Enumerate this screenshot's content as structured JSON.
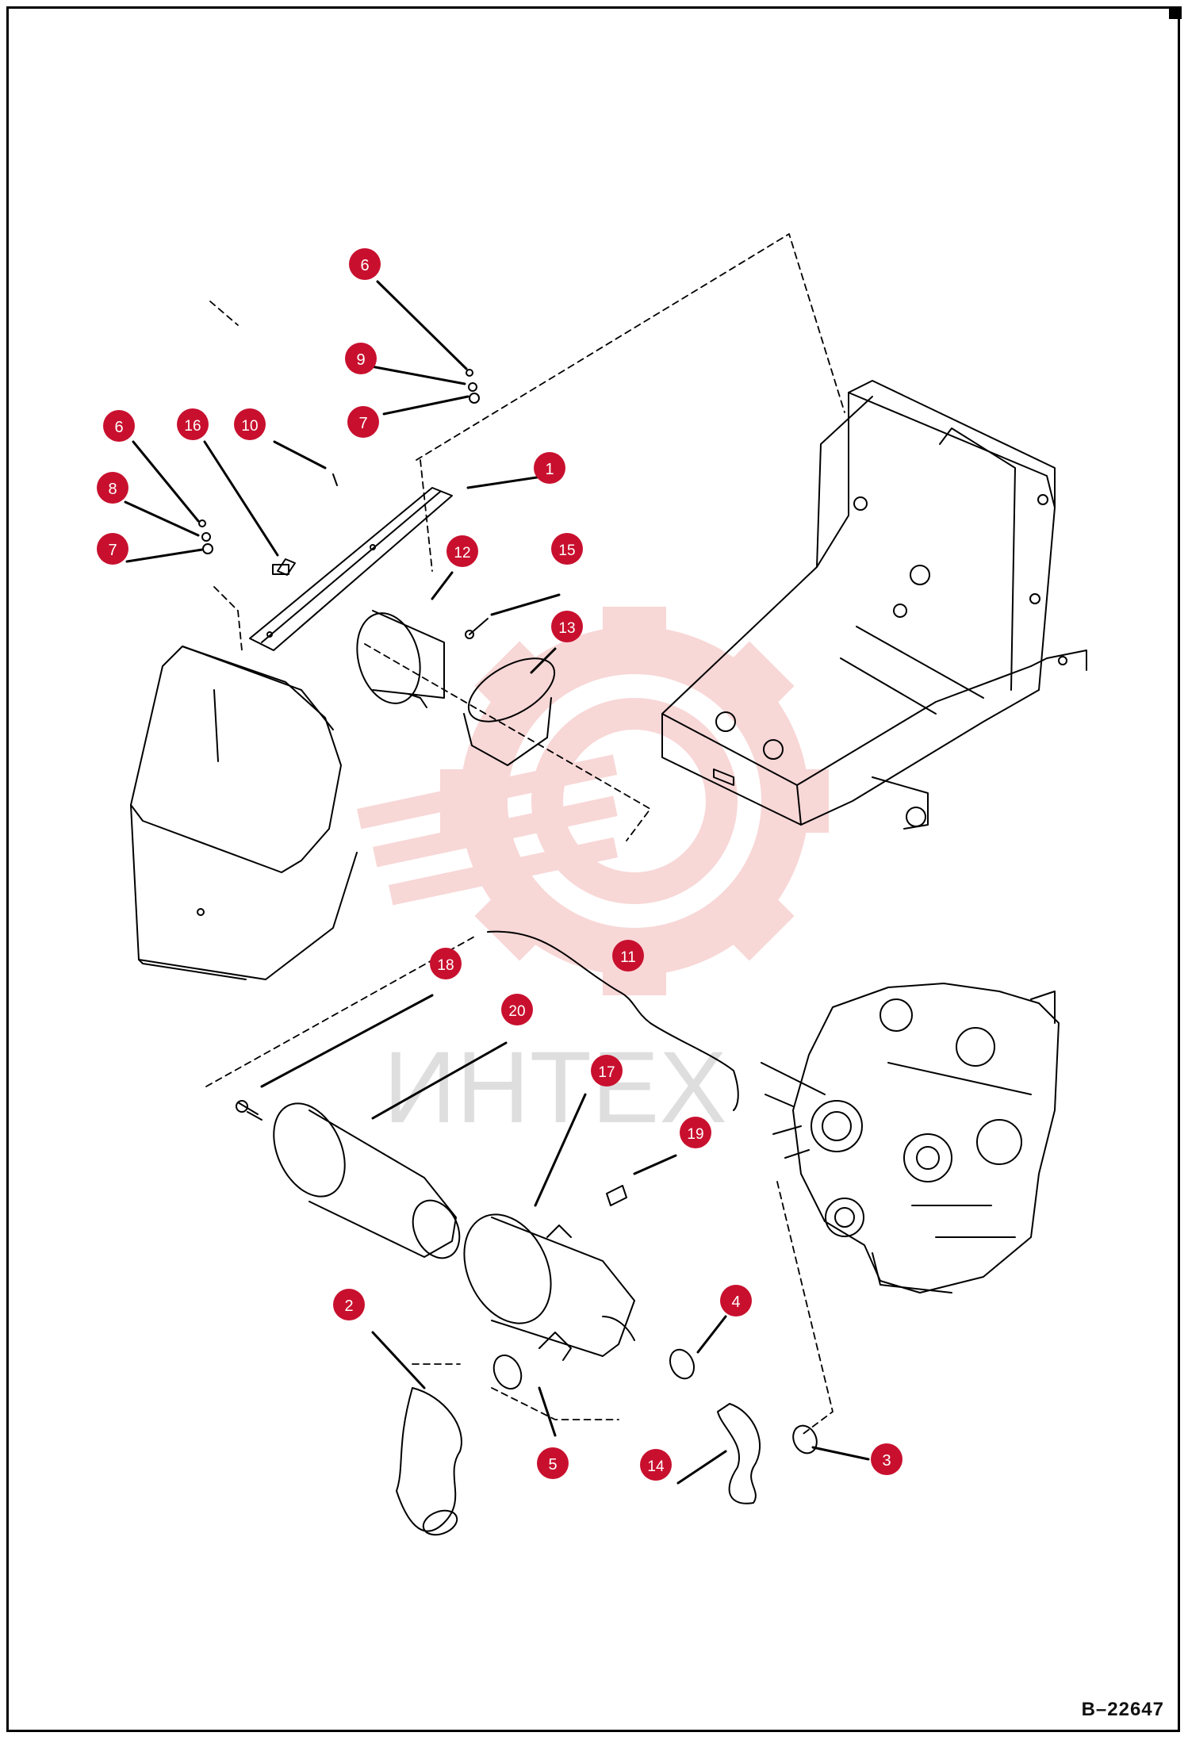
{
  "document_code": "B–22647",
  "watermark_text": "ИНТЕХ",
  "callouts": [
    {
      "id": "c6a",
      "label": "6"
    },
    {
      "id": "c9",
      "label": "9"
    },
    {
      "id": "c7a",
      "label": "7"
    },
    {
      "id": "c6b",
      "label": "6"
    },
    {
      "id": "c16",
      "label": "16"
    },
    {
      "id": "c10",
      "label": "10"
    },
    {
      "id": "c8",
      "label": "8"
    },
    {
      "id": "c7b",
      "label": "7"
    },
    {
      "id": "c1",
      "label": "1"
    },
    {
      "id": "c12",
      "label": "12"
    },
    {
      "id": "c15",
      "label": "15"
    },
    {
      "id": "c13",
      "label": "13"
    },
    {
      "id": "c18",
      "label": "18"
    },
    {
      "id": "c11",
      "label": "11"
    },
    {
      "id": "c20",
      "label": "20"
    },
    {
      "id": "c17",
      "label": "17"
    },
    {
      "id": "c19",
      "label": "19"
    },
    {
      "id": "c2",
      "label": "2"
    },
    {
      "id": "c4",
      "label": "4"
    },
    {
      "id": "c5",
      "label": "5"
    },
    {
      "id": "c14",
      "label": "14"
    },
    {
      "id": "c3",
      "label": "3"
    }
  ],
  "colors": {
    "callout_fill": "#c8102e",
    "callout_text": "#ffffff",
    "line": "#000000",
    "watermark_red": "#f3b7b7",
    "watermark_grey": "#d9d9d9"
  }
}
